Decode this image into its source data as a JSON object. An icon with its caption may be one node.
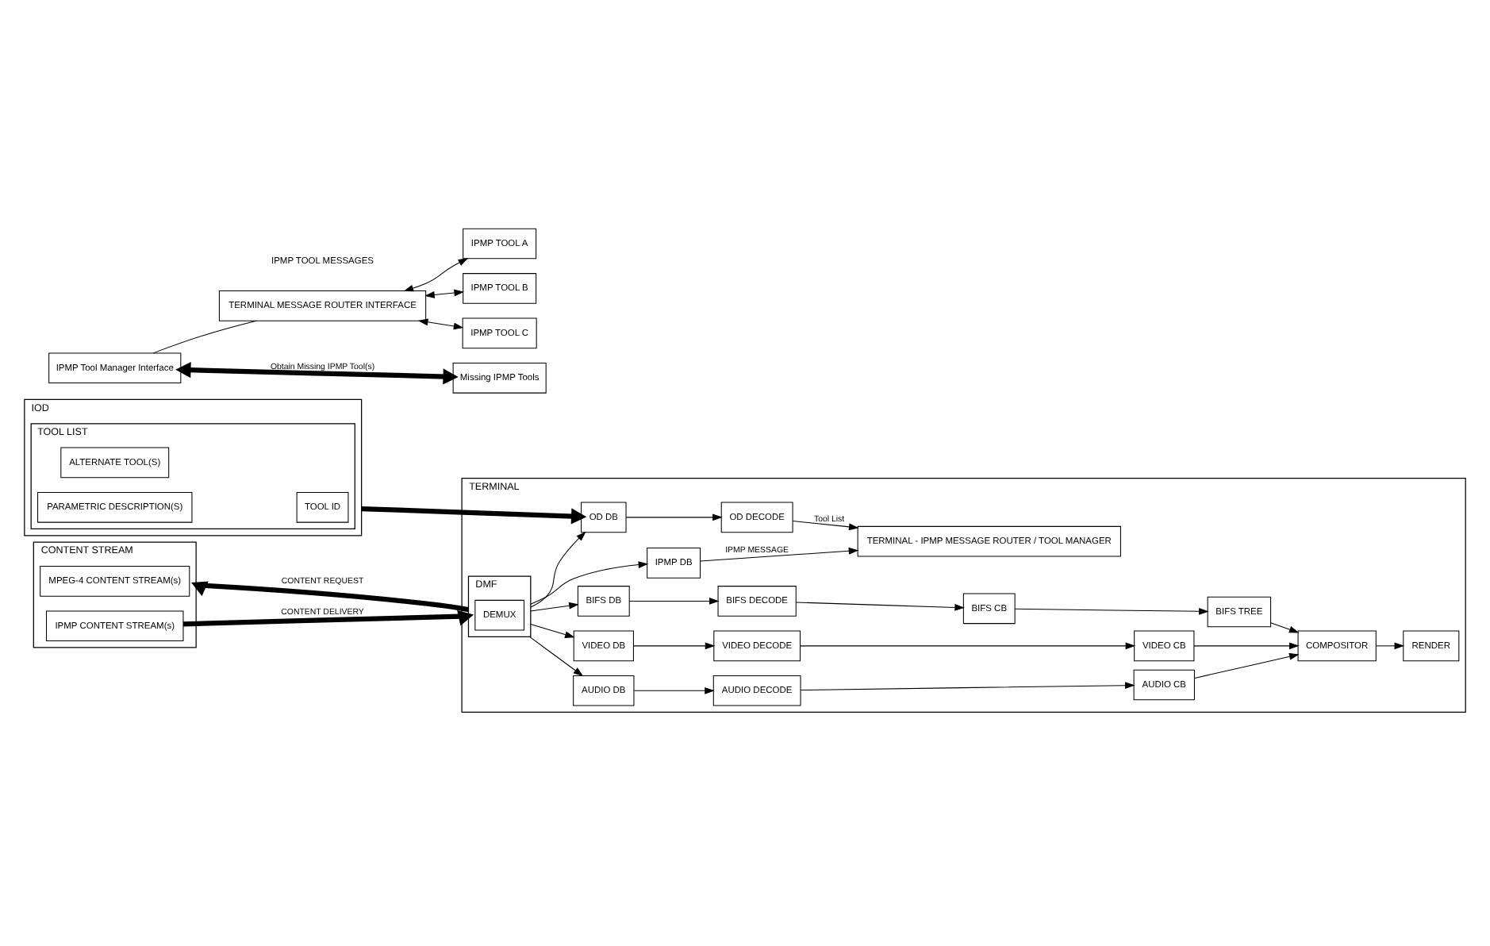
{
  "diagram": {
    "nodes": [
      {
        "text": [
          "TERMINAL"
        ]
      },
      {
        "text": [
          "CONTENT STREAM"
        ]
      },
      {
        "text": [
          "MPEG-4 CONTENT STREAM(s)"
        ],
        "in": 1
      },
      {
        "text": [
          "IPMP CONTENT STREAM(s)"
        ],
        "in": 1
      },
      {
        "text": [
          "DMF"
        ],
        "in": 0
      },
      {
        "text": [
          "DEMUX"
        ],
        "in": 4
      },
      {
        "text": [
          "AUDIO DB"
        ],
        "in": 0
      },
      {
        "text": [
          "AUDIO DECODE"
        ],
        "in": 0
      },
      {
        "text": [
          "AUDIO CB"
        ],
        "in": 0
      },
      {
        "text": [
          "VIDEO DB"
        ],
        "in": 0
      },
      {
        "text": [
          "VIDEO DECODE"
        ],
        "in": 0
      },
      {
        "text": [
          "VIDEO CB"
        ],
        "in": 0
      },
      {
        "text": [
          "BIFS DB"
        ],
        "in": 0
      },
      {
        "text": [
          "BIFS DECODE"
        ],
        "in": 0
      },
      {
        "text": [
          "BIFS CB"
        ],
        "in": 0
      },
      {
        "text": [
          "BIFS TREE"
        ],
        "in": 0
      },
      {
        "text": [
          "COMPOSITOR"
        ],
        "in": 0
      },
      {
        "text": [
          "RENDER"
        ],
        "in": 0
      },
      {
        "text": [
          "IPMP DB"
        ],
        "in": 0
      },
      {
        "text": [
          "TERMINAL - IPMP MESSAGE ROUTER / TOOL MANAGER"
        ],
        "in": 0
      },
      {
        "text": [
          "OD DB"
        ],
        "in": 0
      },
      {
        "text": [
          "OD DECODE"
        ],
        "in": 0
      },
      {
        "text": [
          "IOD"
        ]
      },
      {
        "text": [
          "TOOL LIST"
        ],
        "in": 22
      },
      {
        "text": [
          "TOOL ID"
        ],
        "in": 23
      },
      {
        "text": [
          "ALTERNATE TOOL(S)"
        ],
        "in": 23
      },
      {
        "text": [
          "PARAMETRIC DESCRIPTION(S)"
        ],
        "in": 23
      },
      {
        "text": [
          "IPMP Tool Manager Interface"
        ]
      },
      {
        "text": [
          "TERMINAL MESSAGE ROUTER INTERFACE"
        ]
      },
      {
        "text": [
          "Missing IPMP Tools"
        ]
      },
      {
        "text": [
          "IPMP TOOL A"
        ]
      },
      {
        "text": [
          "IPMP TOOL B"
        ]
      },
      {
        "text": [
          "IPMP TOOL C"
        ]
      }
    ],
    "edges": [
      {
        "from": 4,
        "to": 1,
        "arrow": "to",
        "label": "CONTENT REQUEST",
        "style": "thick"
      },
      {
        "from": 3,
        "to": 4,
        "arrow": "to",
        "label": "CONTENT DELIVERY",
        "style": "thick"
      },
      {
        "from": 4,
        "to": 6,
        "arrow": "to"
      },
      {
        "from": 4,
        "to": 9,
        "arrow": "to"
      },
      {
        "from": 4,
        "to": 12,
        "arrow": "to"
      },
      {
        "from": 4,
        "to": 18,
        "arrow": "to"
      },
      {
        "from": 4,
        "to": 20,
        "arrow": "to"
      },
      {
        "from": 6,
        "to": 7,
        "arrow": "to"
      },
      {
        "from": 7,
        "to": 8,
        "arrow": "to"
      },
      {
        "from": 8,
        "to": 16,
        "arrow": "to"
      },
      {
        "from": 9,
        "to": 10,
        "arrow": "to"
      },
      {
        "from": 10,
        "to": 11,
        "arrow": "to"
      },
      {
        "from": 11,
        "to": 16,
        "arrow": "to"
      },
      {
        "from": 12,
        "to": 13,
        "arrow": "to"
      },
      {
        "from": 13,
        "to": 14,
        "arrow": "to"
      },
      {
        "from": 14,
        "to": 15,
        "arrow": "to"
      },
      {
        "from": 15,
        "to": 16,
        "arrow": "to"
      },
      {
        "from": 16,
        "to": 17,
        "arrow": "to"
      },
      {
        "from": 18,
        "to": 19,
        "arrow": "to",
        "label": "IPMP MESSAGE"
      },
      {
        "from": 20,
        "to": 21,
        "arrow": "to"
      },
      {
        "from": 21,
        "to": 19,
        "arrow": "to",
        "label": "Tool List"
      },
      {
        "from": 22,
        "to": 20,
        "arrow": "to",
        "style": "thick"
      },
      {
        "from": 27,
        "to": 29,
        "arrow": "both",
        "label": "Obtain Missing IPMP Tool(s)",
        "style": "thick"
      },
      {
        "from": 27,
        "to": 28,
        "arrow": "none"
      },
      {
        "from": 28,
        "to": 30,
        "arrow": "both"
      },
      {
        "from": 28,
        "to": 31,
        "arrow": "both"
      },
      {
        "from": 28,
        "to": 32,
        "arrow": "both"
      }
    ],
    "labels": [
      "IPMP TOOL MESSAGES"
    ]
  }
}
